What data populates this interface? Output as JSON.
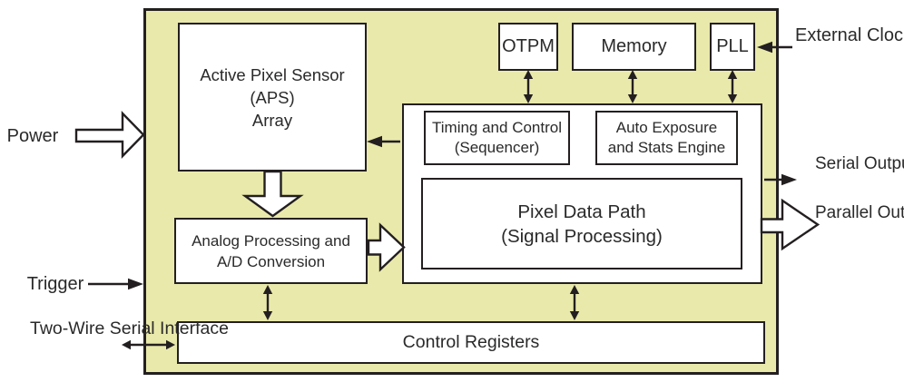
{
  "colors": {
    "chip_fill": "#e9e9ab",
    "box_fill": "#ffffff",
    "stroke": "#231f20",
    "text": "#2b2a2a"
  },
  "blocks": {
    "aps": {
      "lines": [
        "Active Pixel Sensor",
        "(APS)",
        "Array"
      ]
    },
    "otpm": {
      "label": "OTPM"
    },
    "memory": {
      "label": "Memory"
    },
    "pll": {
      "label": "PLL"
    },
    "timing": {
      "lines": [
        "Timing and Control",
        "(Sequencer)"
      ]
    },
    "auto_exposure": {
      "lines": [
        "Auto Exposure",
        "and Stats Engine"
      ]
    },
    "pixel_data_path": {
      "lines": [
        "Pixel Data Path",
        "(Signal Processing)"
      ]
    },
    "analog": {
      "lines": [
        "Analog Processing and",
        "A/D Conversion"
      ]
    },
    "control_registers": {
      "label": "Control Registers"
    }
  },
  "external_labels": {
    "power": "Power",
    "external_clock": {
      "lines": [
        "External",
        "Clock"
      ]
    },
    "serial_output": {
      "lines": [
        "Serial",
        "Output"
      ]
    },
    "parallel_output": {
      "lines": [
        "Parallel",
        "Output"
      ]
    },
    "trigger": "Trigger",
    "two_wire_serial_interface": {
      "lines": [
        "Two-Wire",
        "Serial",
        "Interface"
      ]
    }
  }
}
